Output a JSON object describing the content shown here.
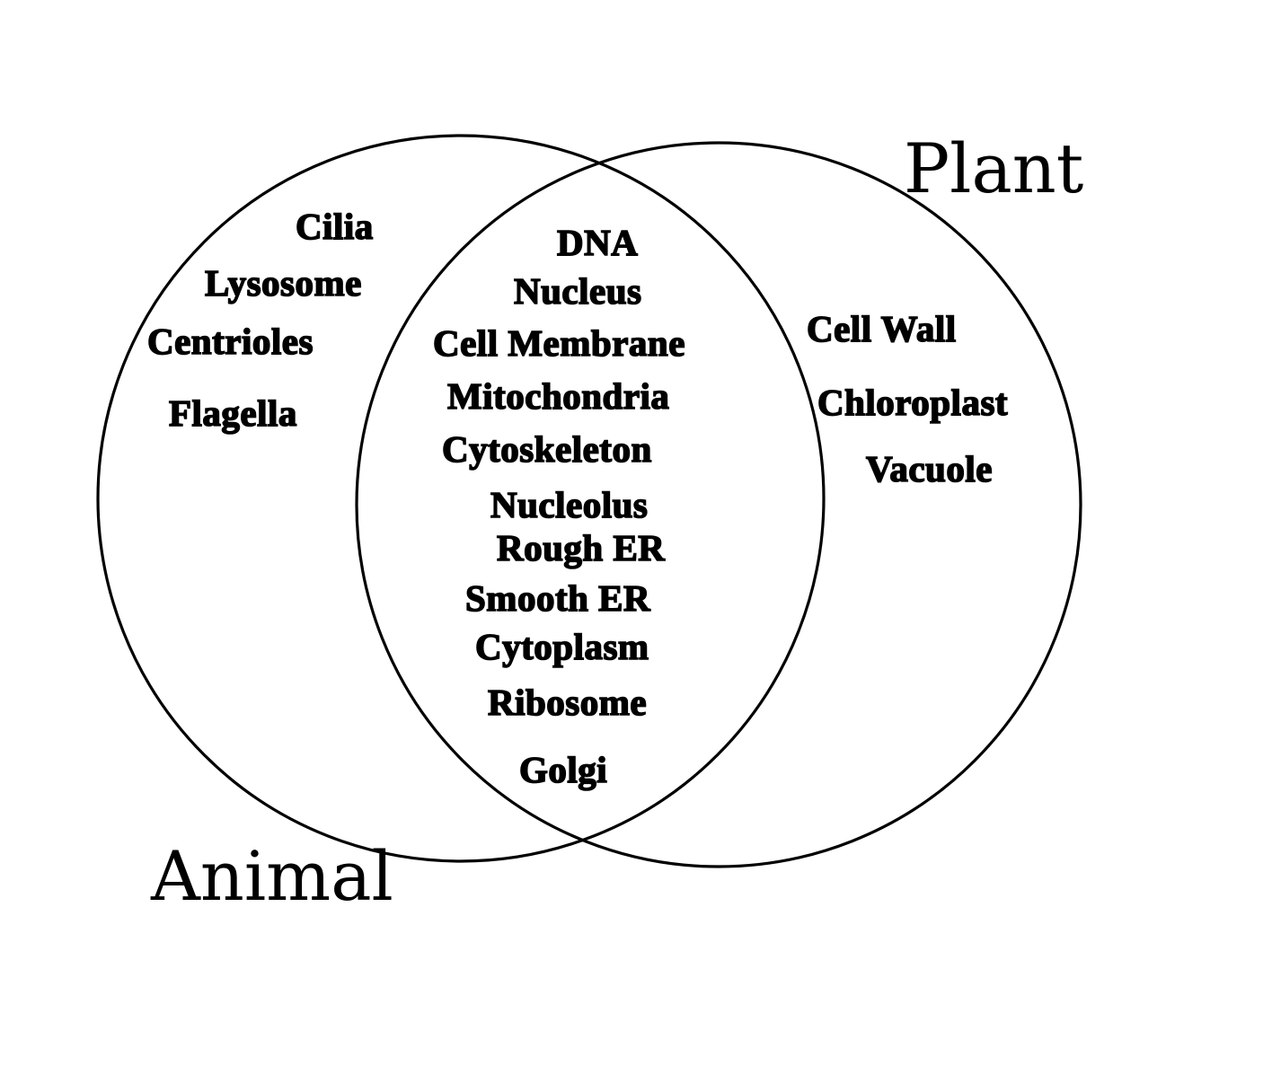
{
  "diagram": {
    "type": "venn",
    "sets": [
      {
        "id": "animal",
        "title": "Animal",
        "unique_items": [
          "Cilia",
          "Lysosome",
          "Centrioles",
          "Flagella"
        ]
      },
      {
        "id": "plant",
        "title": "Plant",
        "unique_items": [
          "Cell Wall",
          "Chloroplast",
          "Vacuole"
        ]
      }
    ],
    "shared_items": [
      "DNA",
      "Nucleus",
      "Cell Membrane",
      "Mitochondria",
      "Cytoskeleton",
      "Nucleolus",
      "Rough ER",
      "Smooth ER",
      "Cytoplasm",
      "Ribosome",
      "Golgi"
    ],
    "colors": {
      "background": "#ffffff",
      "stroke": "#000000",
      "text": "#000000"
    }
  }
}
